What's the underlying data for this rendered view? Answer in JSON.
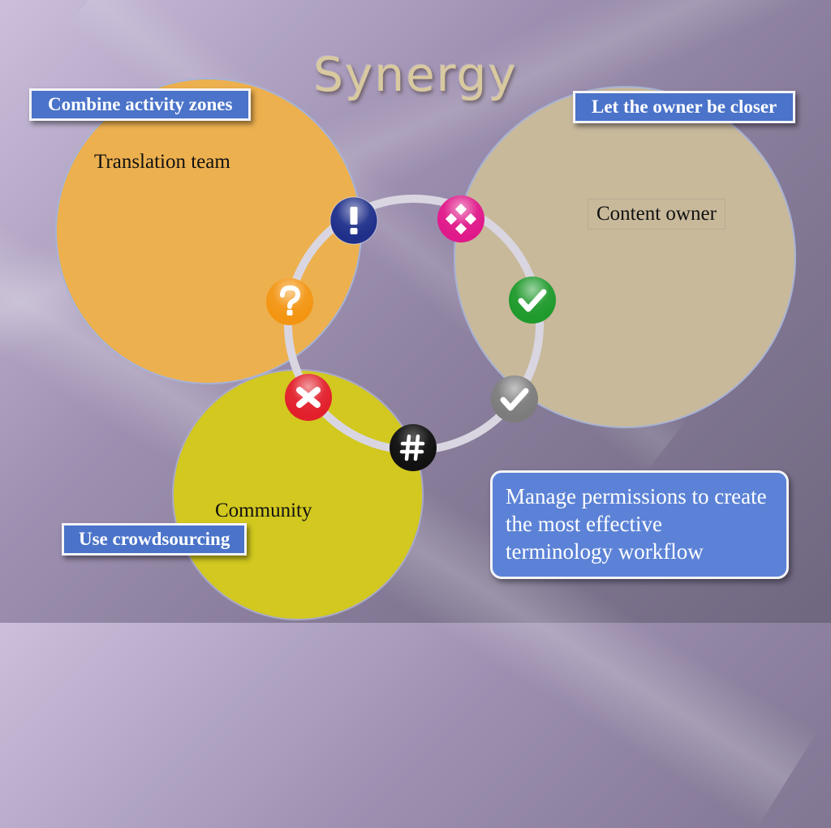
{
  "slide": {
    "title": "Synergy"
  },
  "tags": {
    "combine": "Combine activity zones",
    "owner": "Let the owner be closer",
    "crowd": "Use crowdsourcing"
  },
  "circles": {
    "translation": {
      "label": "Translation team",
      "color": "#edb04f"
    },
    "content": {
      "label": "Content owner",
      "color": "#c8b99b"
    },
    "community": {
      "label": "Community",
      "color": "#d2c81f"
    }
  },
  "note": {
    "text": "Manage permissions to create the most effective terminology workflow"
  },
  "badges": [
    {
      "name": "exclamation-badge",
      "symbol": "!",
      "color": "#1f2f8a"
    },
    {
      "name": "diamond-badge",
      "symbol": "move",
      "color": "#e0198a"
    },
    {
      "name": "green-check-badge",
      "symbol": "check",
      "color": "#1f9a2c"
    },
    {
      "name": "gray-check-badge",
      "symbol": "check",
      "color": "#7c7c7c"
    },
    {
      "name": "hash-badge",
      "symbol": "#",
      "color": "#111111"
    },
    {
      "name": "x-badge",
      "symbol": "x",
      "color": "#e2202c"
    },
    {
      "name": "question-badge",
      "symbol": "?",
      "color": "#f39512"
    }
  ]
}
